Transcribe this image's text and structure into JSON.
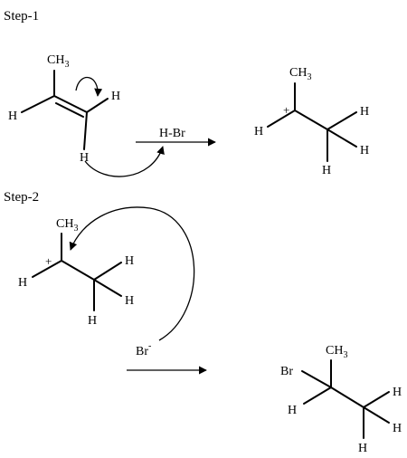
{
  "steps": {
    "step1_label": "Step-1",
    "step2_label": "Step-2"
  },
  "step1": {
    "reactant": {
      "methyl": "CH3",
      "h_left": "H",
      "h_right": "H",
      "h_bottom": "H"
    },
    "reagent": "H-Br",
    "product": {
      "methyl": "CH3",
      "charge": "+",
      "h_left": "H",
      "h_top": "H",
      "h_right": "H",
      "h_bottom": "H"
    }
  },
  "step2": {
    "cation": {
      "methyl": "CH3",
      "charge": "+",
      "h_left": "H",
      "h_top": "H",
      "h_right": "H",
      "h_bottom": "H"
    },
    "nucleophile": "Br",
    "nucleophile_charge": "-",
    "product": {
      "methyl": "CH3",
      "br": "Br",
      "h_left": "H",
      "h_top": "H",
      "h_right": "H",
      "h_bottom": "H"
    }
  }
}
